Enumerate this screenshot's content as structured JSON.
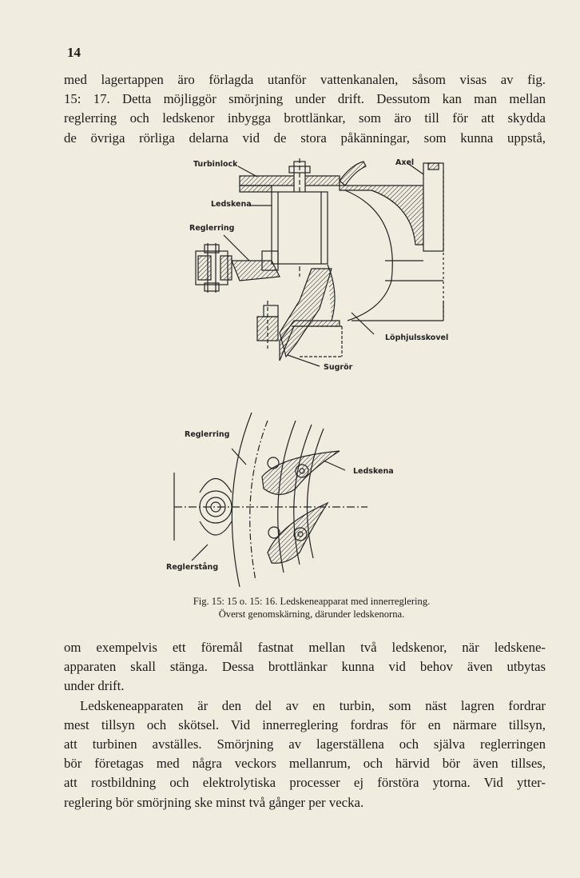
{
  "page": {
    "number": "14"
  },
  "top_paragraph": {
    "lines": [
      "med lagertappen äro förlagda utanför vattenkanalen, såsom visas av fig.",
      "15: 17. Detta möjliggör smörjning under drift. Dessutom kan man mellan",
      "reglerring och ledskenor inbygga brottlänkar, som äro till för att skydda",
      "de övriga rörliga delarna vid de stora påkänningar, som kunna uppstå,"
    ]
  },
  "figure": {
    "upper_labels": {
      "turbinlock": "Turbinlock",
      "axel": "Axel",
      "ledskena": "Ledskena",
      "reglerring": "Reglerring",
      "lophjulsskovel": "Löphjulsskovel",
      "sugror": "Sugrör"
    },
    "lower_labels": {
      "reglerring": "Reglerring",
      "ledskena": "Ledskena",
      "reglerstang": "Reglerstång"
    },
    "caption": {
      "line1": "Fig. 15: 15 o. 15: 16. Ledskeneapparat med innerreglering.",
      "line2": "Överst genomskärning, därunder ledskenorna."
    }
  },
  "bottom_paragraphs": {
    "p1": [
      "om exempelvis ett föremål fastnat mellan två ledskenor, när ledskene-",
      "apparaten skall stänga. Dessa brottlänkar kunna vid behov även utbytas",
      "under drift."
    ],
    "p2": [
      "Ledskeneapparaten är den del av en turbin, som näst lagren fordrar",
      "mest tillsyn och skötsel. Vid innerreglering fordras för en närmare tillsyn,",
      "att turbinen avställes. Smörjning av lagerställena och själva reglerringen",
      "bör företagas med några veckors mellanrum, och härvid bör även tillses,",
      "att rostbildning och elektrolytiska processer ej förstöra ytorna. Vid ytter-",
      "reglering bör smörjning ske minst två gånger per vecka."
    ]
  }
}
